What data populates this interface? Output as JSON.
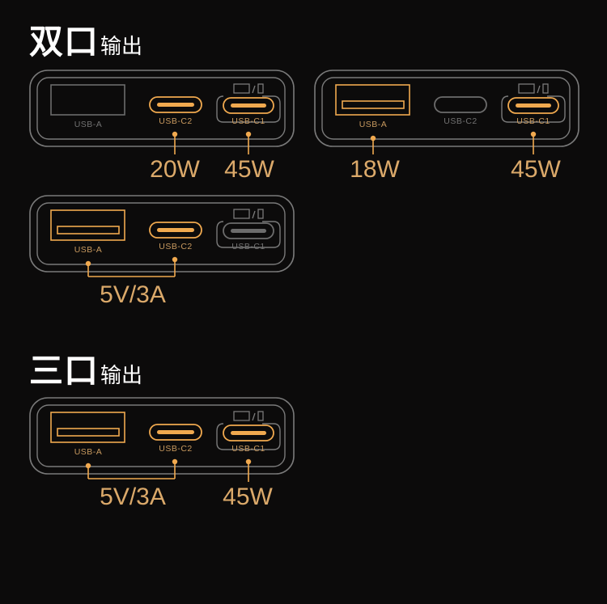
{
  "sections": [
    {
      "title_big": "双口",
      "title_small": "输出"
    },
    {
      "title_big": "三口",
      "title_small": "输出"
    }
  ],
  "port_labels": {
    "a": "USB-A",
    "c2": "USB-C2",
    "c1": "USB-C1"
  },
  "colors": {
    "active": "#f0a94f",
    "active_label": "#c99a5f",
    "inactive": "#6c6c6c",
    "inactive_label": "#727272",
    "frame": "#7a7a7a",
    "value": "#dba96a"
  },
  "panels": [
    {
      "section": 0,
      "active": {
        "a": false,
        "c2": true,
        "c1": true
      },
      "outputs": [
        {
          "text": "20W",
          "ports": [
            "c2"
          ]
        },
        {
          "text": "45W",
          "ports": [
            "c1"
          ]
        }
      ]
    },
    {
      "section": 0,
      "active": {
        "a": true,
        "c2": false,
        "c1": true
      },
      "outputs": [
        {
          "text": "18W",
          "ports": [
            "a"
          ]
        },
        {
          "text": "45W",
          "ports": [
            "c1"
          ]
        }
      ]
    },
    {
      "section": 0,
      "active": {
        "a": true,
        "c2": true,
        "c1": false
      },
      "outputs": [
        {
          "text": "5V/3A",
          "ports": [
            "a",
            "c2"
          ]
        }
      ]
    },
    {
      "section": 1,
      "active": {
        "a": true,
        "c2": true,
        "c1": true
      },
      "outputs": [
        {
          "text": "5V/3A",
          "ports": [
            "a",
            "c2"
          ]
        },
        {
          "text": "45W",
          "ports": [
            "c1"
          ]
        }
      ]
    }
  ]
}
